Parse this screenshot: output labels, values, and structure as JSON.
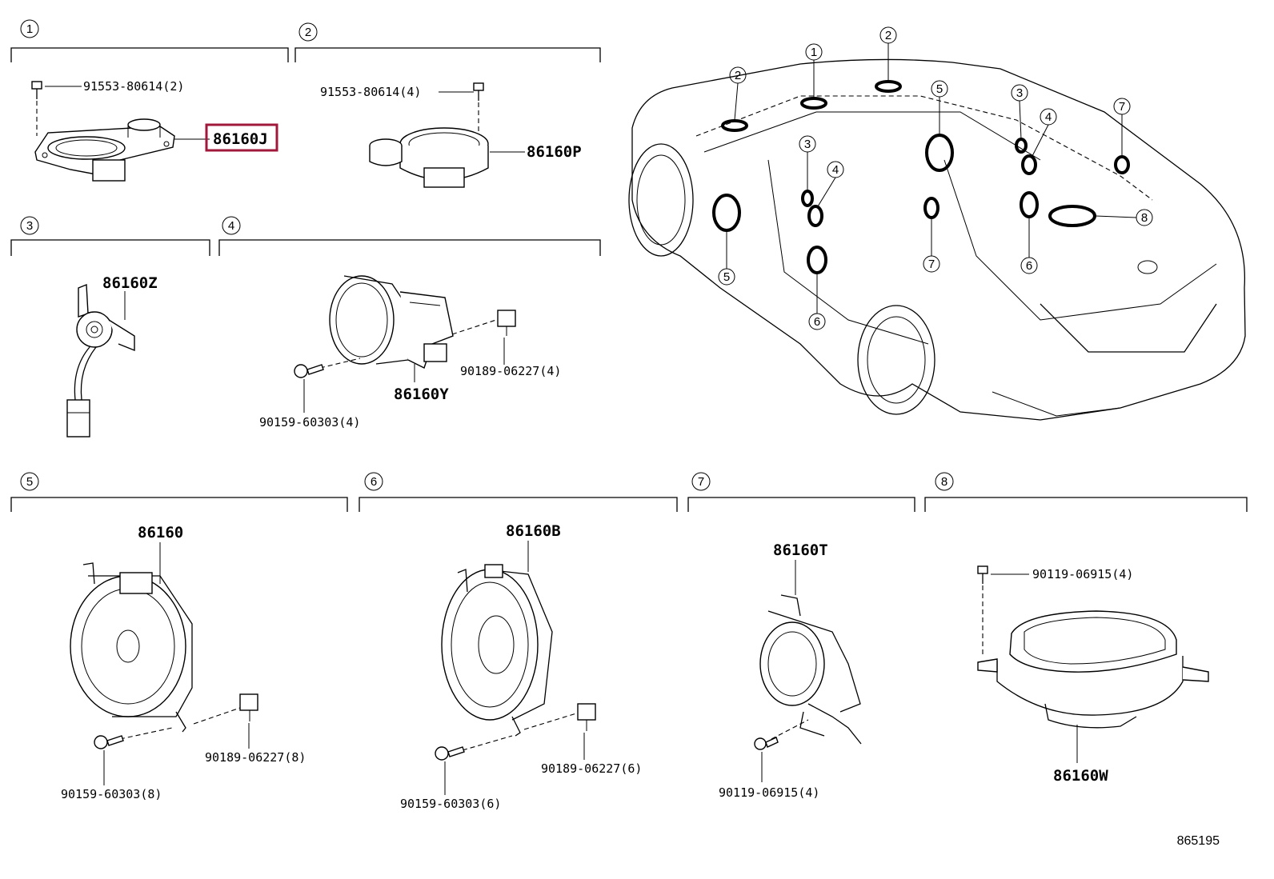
{
  "sections": [
    {
      "num": "1",
      "part": "86160J",
      "fastener": "91553-80614(2)"
    },
    {
      "num": "2",
      "part": "86160P",
      "fastener": "91553-80614(4)"
    },
    {
      "num": "3",
      "part": "86160Z"
    },
    {
      "num": "4",
      "part": "86160Y",
      "fasteners": [
        "90189-06227(4)",
        "90159-60303(4)"
      ]
    },
    {
      "num": "5",
      "part": "86160",
      "fasteners": [
        "90189-06227(8)",
        "90159-60303(8)"
      ]
    },
    {
      "num": "6",
      "part": "86160B",
      "fasteners": [
        "90189-06227(6)",
        "90159-60303(6)"
      ]
    },
    {
      "num": "7",
      "part": "86160T",
      "fasteners": [
        "90119-06915(4)"
      ]
    },
    {
      "num": "8",
      "part": "86160W",
      "fasteners": [
        "90119-06915(4)"
      ]
    }
  ],
  "car_callouts": [
    "2",
    "1",
    "2",
    "5",
    "3",
    "4",
    "7",
    "3",
    "4",
    "5",
    "6",
    "7",
    "8",
    "6"
  ],
  "highlight_color": "#a0183a",
  "diagram_code": "865195"
}
